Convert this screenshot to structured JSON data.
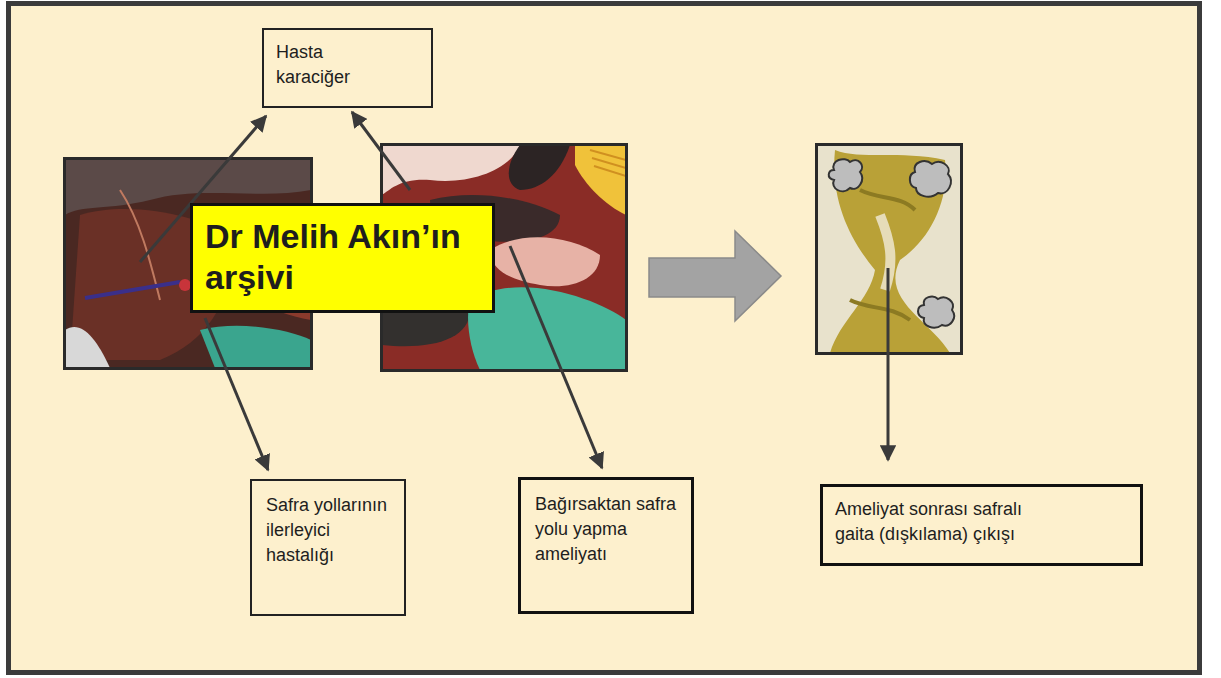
{
  "diagram": {
    "nodes": [
      {
        "text": [
          "Hasta karaciğer"
        ]
      },
      {
        "text": [
          "Dr Melih Akın’ın arşivi"
        ]
      },
      {
        "text": [
          "Safra yollarının ilerleyici hastalığı"
        ]
      },
      {
        "text": [
          "Bağırsaktan safra yolu yapma ameliyatı"
        ]
      },
      {
        "text": [
          "Ameliyat sonrası safralı gaita (dışkılama) çıkışı"
        ]
      }
    ]
  }
}
